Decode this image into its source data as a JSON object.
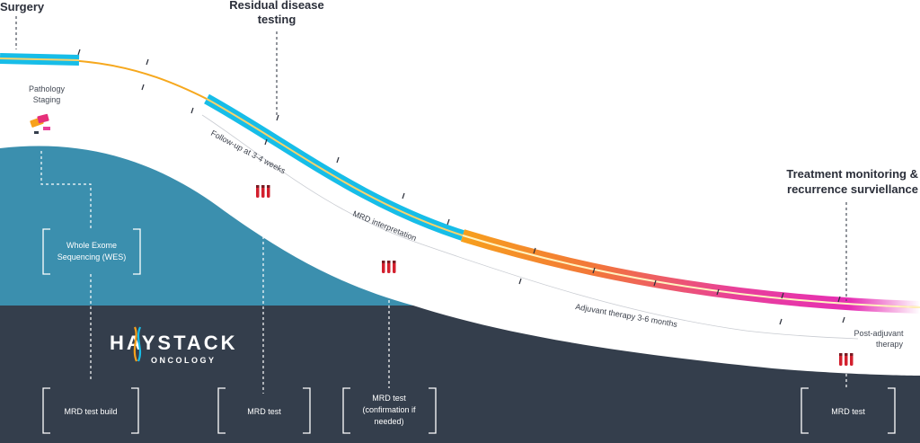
{
  "stages": {
    "surgery": "Surgery",
    "residual_line1": "Residual disease",
    "residual_line2": "testing",
    "monitoring_line1": "Treatment monitoring &",
    "monitoring_line2": "recurrence surviellance"
  },
  "pathology": {
    "line1": "Pathology",
    "line2": "Staging"
  },
  "curve_labels": {
    "followup": "Follow-up at 3-4 weeks",
    "interpretation": "MRD interpretation",
    "adjuvant": "Adjuvant therapy 3-6 months"
  },
  "post_adjuvant": {
    "line1": "Post-adjuvant",
    "line2": "therapy"
  },
  "wes_box": {
    "line1": "Whole Exome",
    "line2": "Sequencing (WES)"
  },
  "bottom_boxes": {
    "build": "MRD test build",
    "test": "MRD test",
    "confirm_line1": "MRD test",
    "confirm_line2": "(confirmation if",
    "confirm_line3": "needed)",
    "final": "MRD test"
  },
  "logo": {
    "name": "HAYSTACK",
    "sub": "ONCOLOGY"
  },
  "colors": {
    "teal": "#3b8fae",
    "navy": "#343e4c",
    "cyan": "#17bde8",
    "orange": "#f7a11c",
    "magenta": "#e62fb4",
    "line_yellow": "#f6a81e"
  }
}
